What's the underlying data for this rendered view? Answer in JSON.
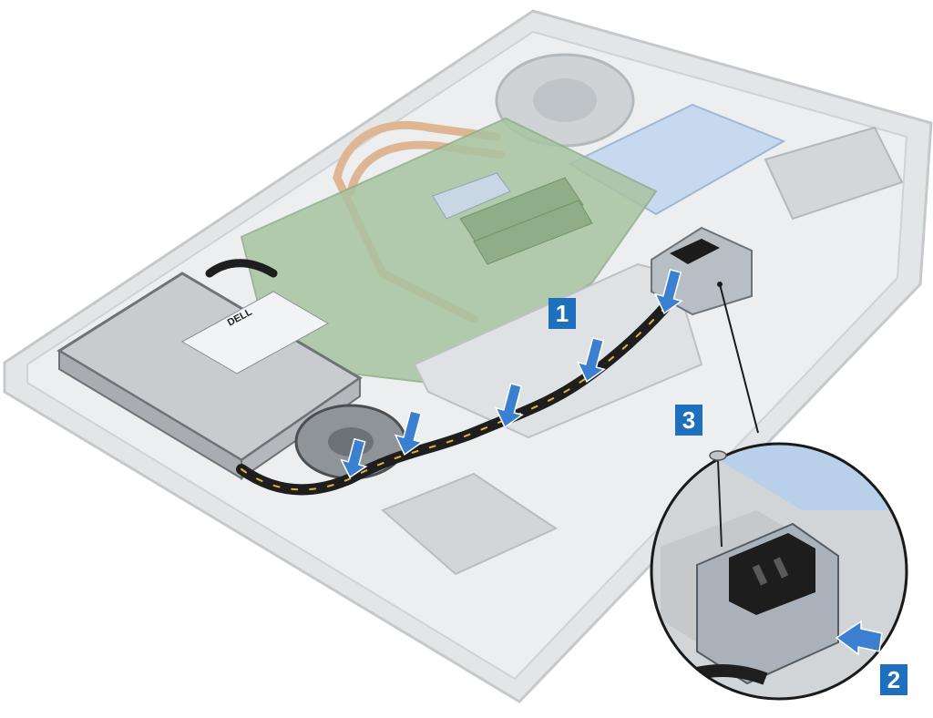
{
  "callouts": {
    "step1": "1",
    "step2": "2",
    "step3": "3"
  },
  "colors": {
    "callout_blue": "#1f6fbf",
    "arrow_blue": "#3b7fd0",
    "chassis_gray": "#d9dcde",
    "board_green": "#7fa575",
    "cable_black": "#1e1e1e",
    "copper": "#d39a6b",
    "bracket_metal": "#9aa3ab"
  },
  "brand": {
    "psu_logo": "DELL"
  },
  "icons": [
    "down-arrow-icon",
    "left-arrow-icon",
    "screw-icon",
    "power-connector-icon"
  ]
}
